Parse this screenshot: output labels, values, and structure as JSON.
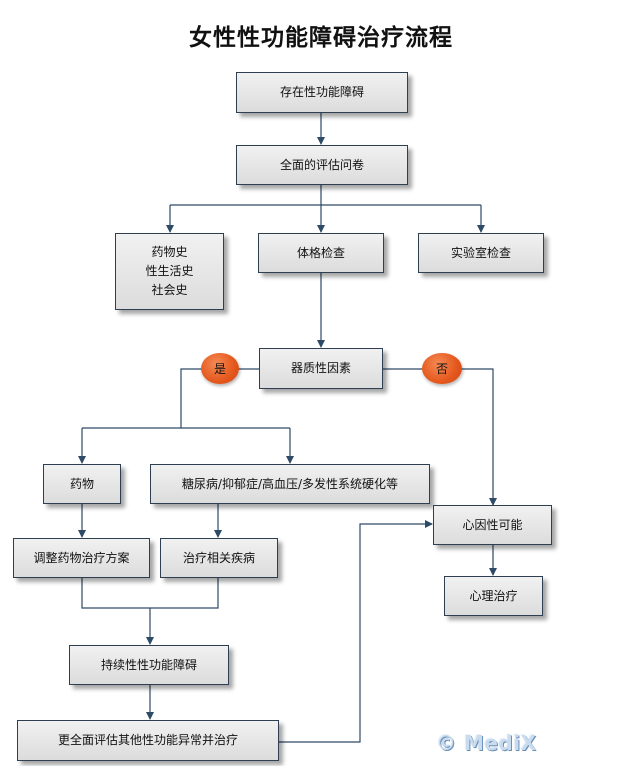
{
  "title": "女性性功能障碍治疗流程",
  "nodes": {
    "start": "存在性功能障碍",
    "assessment": "全面的评估问卷",
    "history": "药物史\n性生活史\n社会史",
    "physical_exam": "体格检查",
    "lab_test": "实验室检查",
    "organic": "器质性因素",
    "yes": "是",
    "no": "否",
    "drug": "药物",
    "disease": "糖尿病/抑郁症/高血压/多发性系统硬化等",
    "adjust_drug": "调整药物治疗方案",
    "treat_disease": "治疗相关疾病",
    "psychogenic": "心因性可能",
    "psych_therapy": "心理治疗",
    "persistent": "持续性性功能障碍",
    "reassess": "更全面评估其他性功能异常并治疗"
  },
  "watermark": "© MediX",
  "colors": {
    "box_border": "#2f3f52",
    "connector": "#2d4a66",
    "oval": "#e4571c"
  }
}
